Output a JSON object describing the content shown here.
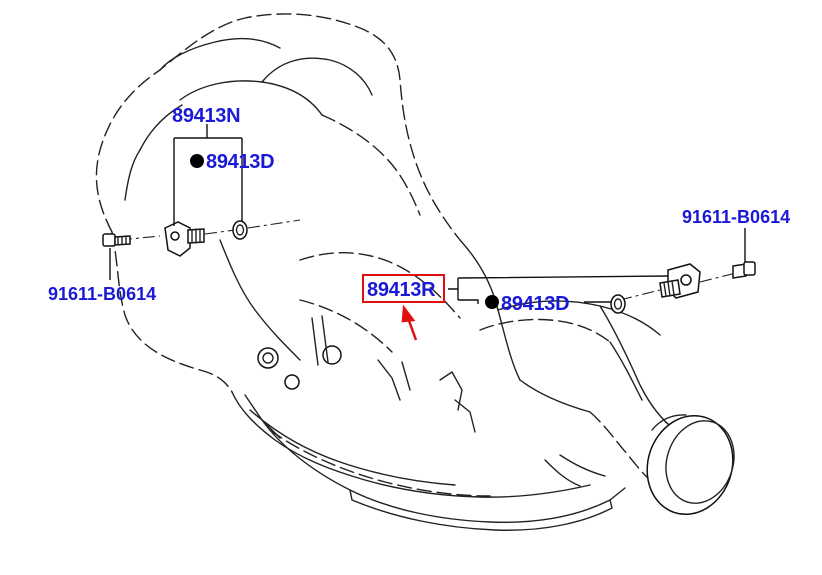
{
  "callouts": {
    "upper_speed_sensor": "89413N",
    "upper_o_ring": "89413D",
    "left_bolt": "91611-B0614",
    "right_bolt": "91611-B0614",
    "highlighted_speed_sensor": "89413R",
    "lower_o_ring": "89413D"
  },
  "colors": {
    "callout_text": "#1a1ad6",
    "highlight": "#e01010",
    "linework": "#222222"
  }
}
